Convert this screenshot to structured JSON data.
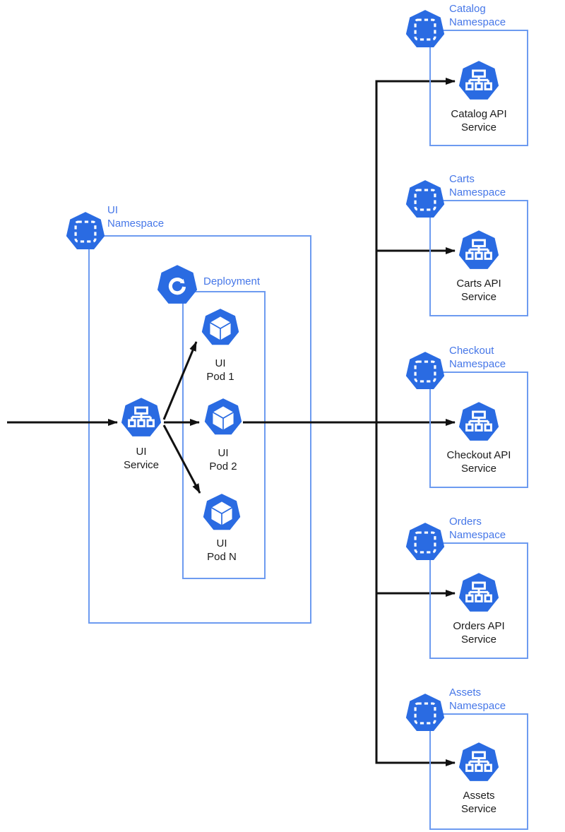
{
  "ui_namespace": {
    "label": "UI\nNamespace",
    "service_label": "UI\nService",
    "deployment": {
      "label": "Deployment",
      "pods": [
        "UI\nPod 1",
        "UI\nPod 2",
        "UI\nPod N"
      ]
    }
  },
  "namespaces": [
    {
      "label": "Catalog\nNamespace",
      "service": "Catalog API\nService"
    },
    {
      "label": "Carts\nNamespace",
      "service": "Carts API\nService"
    },
    {
      "label": "Checkout\nNamespace",
      "service": "Checkout API\nService"
    },
    {
      "label": "Orders\nNamespace",
      "service": "Orders API\nService"
    },
    {
      "label": "Assets\nNamespace",
      "service": "Assets\nService"
    }
  ],
  "icons": {
    "namespace": "k8s-namespace-icon",
    "service": "k8s-service-icon",
    "pod": "k8s-pod-icon",
    "deployment": "k8s-deployment-icon"
  },
  "colors": {
    "k8s_blue": "#2A6BE2",
    "box_border": "#6D9BF0",
    "label_blue": "#4677E8",
    "arrow_black": "#111111"
  }
}
